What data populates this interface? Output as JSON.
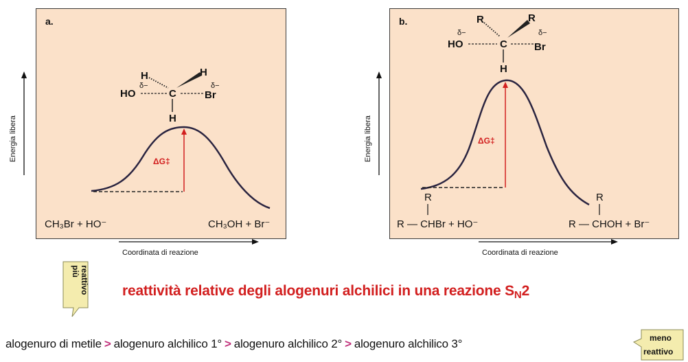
{
  "panel_a": {
    "letter": "a.",
    "molecule": {
      "sub1": "H",
      "sub2": "H",
      "nu": "HO",
      "nu_charge": "δ−",
      "lg": "Br",
      "lg_charge": "δ−",
      "center": "C",
      "sub3": "H"
    },
    "reactants": "CH₃Br + HO⁻",
    "products": "CH₃OH + Br⁻",
    "activation_label": "ΔG‡",
    "y_axis_label": "Energia libera",
    "x_axis_label": "Coordinata di reazione"
  },
  "panel_b": {
    "letter": "b.",
    "molecule": {
      "sub1": "R",
      "sub2": "R",
      "nu": "HO",
      "nu_charge": "δ−",
      "lg": "Br",
      "lg_charge": "δ−",
      "center": "C",
      "sub3": "H"
    },
    "reactant_branch": "R",
    "reactants": "R — CHBr + HO⁻",
    "product_branch": "R",
    "products": "R — CHOH + Br⁻",
    "activation_label": "ΔG‡",
    "y_axis_label": "Energia libera",
    "x_axis_label": "Coordinata di reazione"
  },
  "callout_more": [
    "più",
    "reattivo"
  ],
  "callout_less": [
    "meno",
    "reattivo"
  ],
  "title": {
    "main": "reattività relative degli alogenuri alchilici in una reazione S",
    "sub": "N",
    "tail": "2"
  },
  "series": [
    "alogenuro di metile",
    ">",
    "alogenuro alchilico 1°",
    ">",
    "alogenuro alchilico 2°",
    ">",
    "alogenuro alchilico 3°"
  ]
}
